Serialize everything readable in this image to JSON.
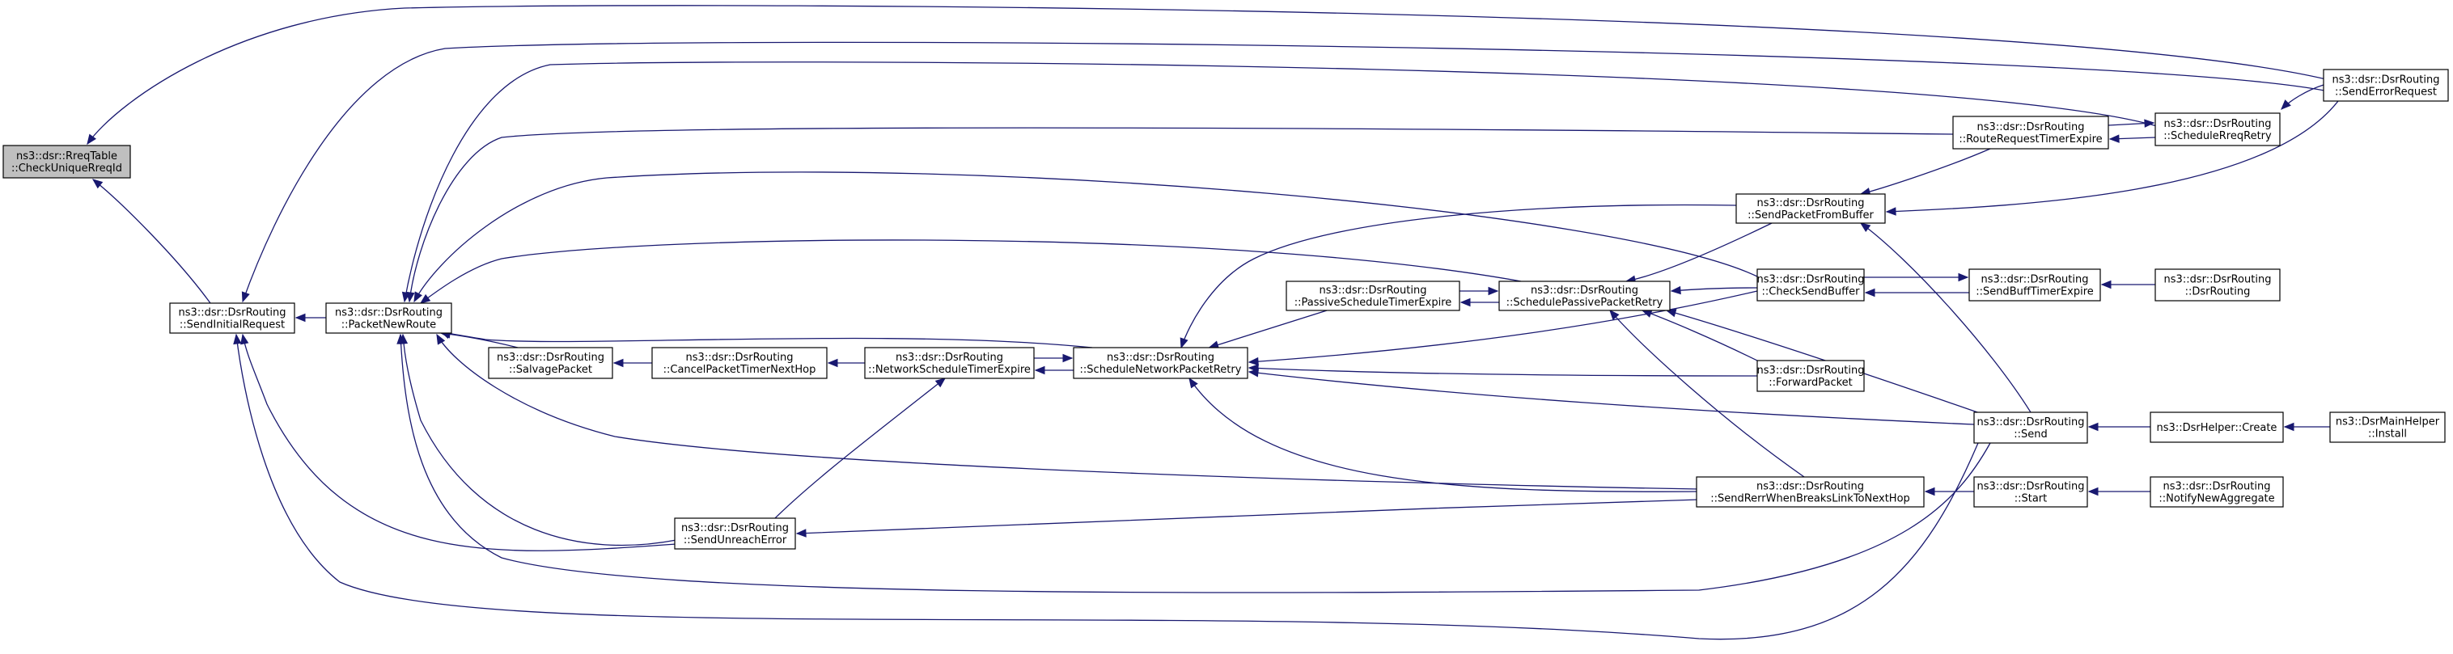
{
  "nodes": [
    {
      "id": "root",
      "lines": [
        "ns3::dsr::RreqTable",
        "::CheckUniqueRreqId"
      ],
      "root": true
    },
    {
      "id": "sendInitialRequest",
      "lines": [
        "ns3::dsr::DsrRouting",
        "::SendInitialRequest"
      ]
    },
    {
      "id": "packetNewRoute",
      "lines": [
        "ns3::dsr::DsrRouting",
        "::PacketNewRoute"
      ]
    },
    {
      "id": "salvagePacket",
      "lines": [
        "ns3::dsr::DsrRouting",
        "::SalvagePacket"
      ]
    },
    {
      "id": "cancelPacketTimer",
      "lines": [
        "ns3::dsr::DsrRouting",
        "::CancelPacketTimerNextHop"
      ]
    },
    {
      "id": "networkScheduleTimerExpire",
      "lines": [
        "ns3::dsr::DsrRouting",
        "::NetworkScheduleTimerExpire"
      ]
    },
    {
      "id": "scheduleNetworkPacketRetry",
      "lines": [
        "ns3::dsr::DsrRouting",
        "::ScheduleNetworkPacketRetry"
      ]
    },
    {
      "id": "passiveScheduleTimerExpire",
      "lines": [
        "ns3::dsr::DsrRouting",
        "::PassiveScheduleTimerExpire"
      ]
    },
    {
      "id": "schedulePassivePacketRetry",
      "lines": [
        "ns3::dsr::DsrRouting",
        "::SchedulePassivePacketRetry"
      ]
    },
    {
      "id": "sendUnreachError",
      "lines": [
        "ns3::dsr::DsrRouting",
        "::SendUnreachError"
      ]
    },
    {
      "id": "sendPacketFromBuffer",
      "lines": [
        "ns3::dsr::DsrRouting",
        "::SendPacketFromBuffer"
      ]
    },
    {
      "id": "checkSendBuffer",
      "lines": [
        "ns3::dsr::DsrRouting",
        "::CheckSendBuffer"
      ]
    },
    {
      "id": "forwardPacket",
      "lines": [
        "ns3::dsr::DsrRouting",
        "::ForwardPacket"
      ]
    },
    {
      "id": "sendRerrWhenBreaks",
      "lines": [
        "ns3::dsr::DsrRouting",
        "::SendRerrWhenBreaksLinkToNextHop"
      ]
    },
    {
      "id": "routeRequestTimerExpire",
      "lines": [
        "ns3::dsr::DsrRouting",
        "::RouteRequestTimerExpire"
      ]
    },
    {
      "id": "send",
      "lines": [
        "ns3::dsr::DsrRouting",
        "::Send"
      ]
    },
    {
      "id": "sendBuffTimerExpire",
      "lines": [
        "ns3::dsr::DsrRouting",
        "::SendBuffTimerExpire"
      ]
    },
    {
      "id": "start",
      "lines": [
        "ns3::dsr::DsrRouting",
        "::Start"
      ]
    },
    {
      "id": "scheduleRreqRetry",
      "lines": [
        "ns3::dsr::DsrRouting",
        "::ScheduleRreqRetry"
      ]
    },
    {
      "id": "dsrHelperCreate",
      "lines": [
        "ns3::DsrHelper::Create"
      ]
    },
    {
      "id": "dsrRoutingCtor",
      "lines": [
        "ns3::dsr::DsrRouting",
        "::DsrRouting"
      ]
    },
    {
      "id": "notifyNewAggregate",
      "lines": [
        "ns3::dsr::DsrRouting",
        "::NotifyNewAggregate"
      ]
    },
    {
      "id": "sendErrorRequest",
      "lines": [
        "ns3::dsr::DsrRouting",
        "::SendErrorRequest"
      ]
    },
    {
      "id": "dsrMainHelperInstall",
      "lines": [
        "ns3::DsrMainHelper",
        "::Install"
      ]
    }
  ],
  "edges": [
    {
      "from": "sendInitialRequest",
      "to": "root"
    },
    {
      "from": "sendErrorRequest",
      "to": "root"
    },
    {
      "from": "packetNewRoute",
      "to": "sendInitialRequest"
    },
    {
      "from": "sendErrorRequest",
      "to": "sendInitialRequest"
    },
    {
      "from": "sendUnreachError",
      "to": "sendInitialRequest"
    },
    {
      "from": "send",
      "to": "sendInitialRequest"
    },
    {
      "from": "scheduleRreqRetry",
      "to": "packetNewRoute"
    },
    {
      "from": "routeRequestTimerExpire",
      "to": "packetNewRoute"
    },
    {
      "from": "checkSendBuffer",
      "to": "packetNewRoute"
    },
    {
      "from": "schedulePassivePacketRetry",
      "to": "packetNewRoute"
    },
    {
      "from": "scheduleNetworkPacketRetry",
      "to": "packetNewRoute"
    },
    {
      "from": "salvagePacket",
      "to": "packetNewRoute"
    },
    {
      "from": "sendRerrWhenBreaks",
      "to": "packetNewRoute"
    },
    {
      "from": "sendUnreachError",
      "to": "packetNewRoute"
    },
    {
      "from": "send",
      "to": "packetNewRoute"
    },
    {
      "from": "cancelPacketTimer",
      "to": "salvagePacket"
    },
    {
      "from": "networkScheduleTimerExpire",
      "to": "cancelPacketTimer"
    },
    {
      "from": "scheduleNetworkPacketRetry",
      "to": "networkScheduleTimerExpire"
    },
    {
      "from": "networkScheduleTimerExpire",
      "to": "scheduleNetworkPacketRetry"
    },
    {
      "from": "sendUnreachError",
      "to": "networkScheduleTimerExpire"
    },
    {
      "from": "passiveScheduleTimerExpire",
      "to": "scheduleNetworkPacketRetry"
    },
    {
      "from": "sendPacketFromBuffer",
      "to": "scheduleNetworkPacketRetry"
    },
    {
      "from": "checkSendBuffer",
      "to": "scheduleNetworkPacketRetry"
    },
    {
      "from": "forwardPacket",
      "to": "scheduleNetworkPacketRetry"
    },
    {
      "from": "send",
      "to": "scheduleNetworkPacketRetry"
    },
    {
      "from": "sendRerrWhenBreaks",
      "to": "scheduleNetworkPacketRetry"
    },
    {
      "from": "schedulePassivePacketRetry",
      "to": "passiveScheduleTimerExpire"
    },
    {
      "from": "passiveScheduleTimerExpire",
      "to": "schedulePassivePacketRetry"
    },
    {
      "from": "sendPacketFromBuffer",
      "to": "schedulePassivePacketRetry"
    },
    {
      "from": "checkSendBuffer",
      "to": "schedulePassivePacketRetry"
    },
    {
      "from": "forwardPacket",
      "to": "schedulePassivePacketRetry"
    },
    {
      "from": "send",
      "to": "schedulePassivePacketRetry"
    },
    {
      "from": "sendRerrWhenBreaks",
      "to": "schedulePassivePacketRetry"
    },
    {
      "from": "sendRerrWhenBreaks",
      "to": "sendUnreachError"
    },
    {
      "from": "routeRequestTimerExpire",
      "to": "sendPacketFromBuffer"
    },
    {
      "from": "sendErrorRequest",
      "to": "sendPacketFromBuffer"
    },
    {
      "from": "send",
      "to": "sendPacketFromBuffer"
    },
    {
      "from": "sendBuffTimerExpire",
      "to": "checkSendBuffer"
    },
    {
      "from": "checkSendBuffer",
      "to": "sendBuffTimerExpire"
    },
    {
      "from": "dsrRoutingCtor",
      "to": "sendBuffTimerExpire"
    },
    {
      "from": "scheduleRreqRetry",
      "to": "routeRequestTimerExpire"
    },
    {
      "from": "routeRequestTimerExpire",
      "to": "scheduleRreqRetry"
    },
    {
      "from": "sendErrorRequest",
      "to": "scheduleRreqRetry"
    },
    {
      "from": "start",
      "to": "sendRerrWhenBreaks"
    },
    {
      "from": "dsrHelperCreate",
      "to": "send"
    },
    {
      "from": "dsrMainHelperInstall",
      "to": "dsrHelperCreate"
    },
    {
      "from": "notifyNewAggregate",
      "to": "start"
    }
  ]
}
